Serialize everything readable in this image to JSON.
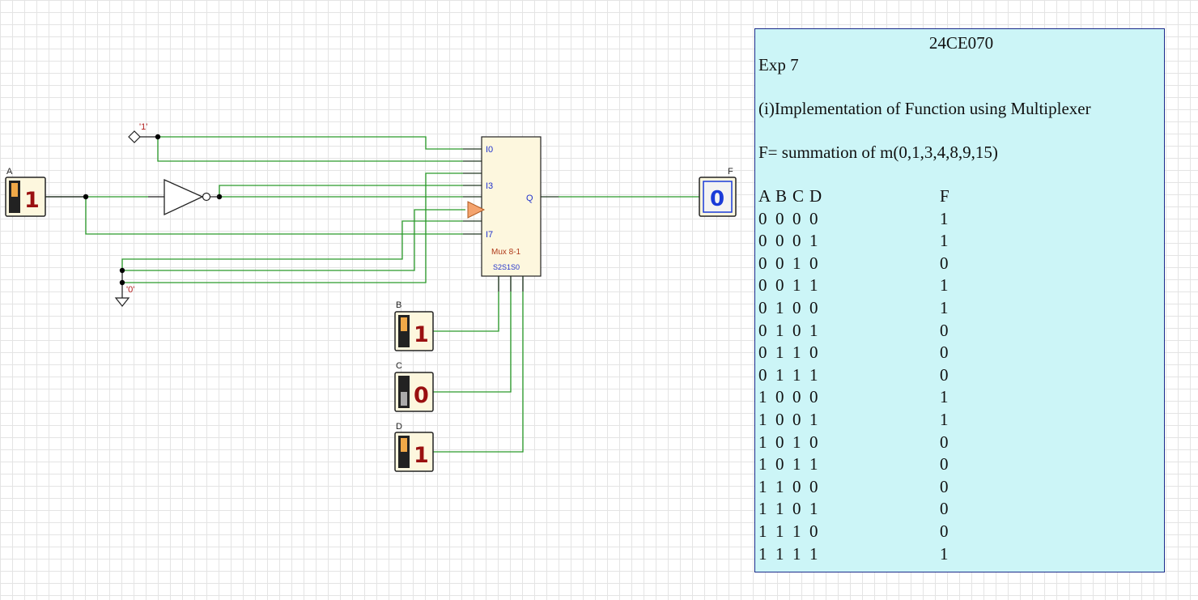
{
  "inputs": [
    {
      "name": "A",
      "value": "1"
    },
    {
      "name": "B",
      "value": "1"
    },
    {
      "name": "C",
      "value": "0"
    },
    {
      "name": "D",
      "value": "1"
    }
  ],
  "output": {
    "name": "F",
    "value": "0"
  },
  "constants": {
    "high": "'1'",
    "low": "'0'"
  },
  "mux": {
    "pin_i0": "I0",
    "pin_i3": "I3",
    "pin_i7": "I7",
    "pin_q": "Q",
    "name": "Mux 8-1",
    "select": "S2S1S0"
  },
  "note": {
    "title": "24CE070",
    "line1": "Exp 7",
    "line2": "(i)Implementation of Function using Multiplexer",
    "line3": "F= summation of m(0,1,3,4,8,9,15)",
    "table": {
      "headers": [
        "A",
        "B",
        "C",
        "D",
        "F"
      ],
      "rows": [
        [
          "0",
          "0",
          "0",
          "0",
          "1"
        ],
        [
          "0",
          "0",
          "0",
          "1",
          "1"
        ],
        [
          "0",
          "0",
          "1",
          "0",
          "0"
        ],
        [
          "0",
          "0",
          "1",
          "1",
          "1"
        ],
        [
          "0",
          "1",
          "0",
          "0",
          "1"
        ],
        [
          "0",
          "1",
          "0",
          "1",
          "0"
        ],
        [
          "0",
          "1",
          "1",
          "0",
          "0"
        ],
        [
          "0",
          "1",
          "1",
          "1",
          "0"
        ],
        [
          "1",
          "0",
          "0",
          "0",
          "1"
        ],
        [
          "1",
          "0",
          "0",
          "1",
          "1"
        ],
        [
          "1",
          "0",
          "1",
          "0",
          "0"
        ],
        [
          "1",
          "0",
          "1",
          "1",
          "0"
        ],
        [
          "1",
          "1",
          "0",
          "0",
          "0"
        ],
        [
          "1",
          "1",
          "0",
          "1",
          "0"
        ],
        [
          "1",
          "1",
          "1",
          "0",
          "0"
        ],
        [
          "1",
          "1",
          "1",
          "1",
          "1"
        ]
      ]
    }
  }
}
